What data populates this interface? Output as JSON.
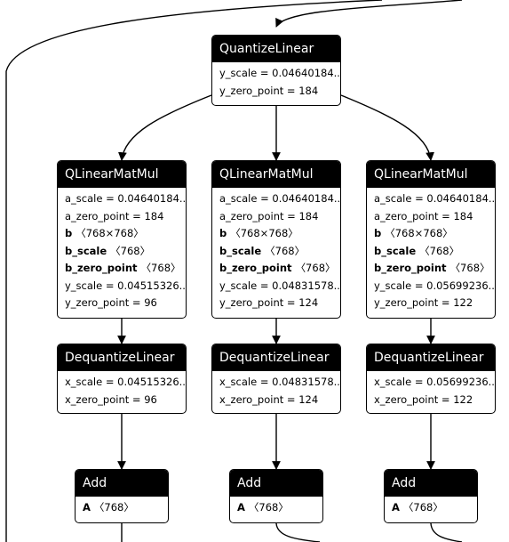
{
  "nodes": {
    "quantize": {
      "title": "QuantizeLinear",
      "attrs": [
        {
          "text": "y_scale = 0.04640184..."
        },
        {
          "text": "y_zero_point = 184"
        }
      ]
    },
    "matmul_1": {
      "title": "QLinearMatMul",
      "attrs": [
        {
          "text": "a_scale = 0.04640184..."
        },
        {
          "text": "a_zero_point = 184"
        },
        {
          "name": "b",
          "shape": "〈768×768〉"
        },
        {
          "name": "b_scale",
          "shape": "〈768〉"
        },
        {
          "name": "b_zero_point",
          "shape": "〈768〉"
        },
        {
          "text": "y_scale = 0.04515326..."
        },
        {
          "text": "y_zero_point = 96"
        }
      ]
    },
    "matmul_2": {
      "title": "QLinearMatMul",
      "attrs": [
        {
          "text": "a_scale = 0.04640184..."
        },
        {
          "text": "a_zero_point = 184"
        },
        {
          "name": "b",
          "shape": "〈768×768〉"
        },
        {
          "name": "b_scale",
          "shape": "〈768〉"
        },
        {
          "name": "b_zero_point",
          "shape": "〈768〉"
        },
        {
          "text": "y_scale = 0.04831578..."
        },
        {
          "text": "y_zero_point = 124"
        }
      ]
    },
    "matmul_3": {
      "title": "QLinearMatMul",
      "attrs": [
        {
          "text": "a_scale = 0.04640184..."
        },
        {
          "text": "a_zero_point = 184"
        },
        {
          "name": "b",
          "shape": "〈768×768〉"
        },
        {
          "name": "b_scale",
          "shape": "〈768〉"
        },
        {
          "name": "b_zero_point",
          "shape": "〈768〉"
        },
        {
          "text": "y_scale = 0.05699236..."
        },
        {
          "text": "y_zero_point = 122"
        }
      ]
    },
    "dequant_1": {
      "title": "DequantizeLinear",
      "attrs": [
        {
          "text": "x_scale = 0.04515326..."
        },
        {
          "text": "x_zero_point = 96"
        }
      ]
    },
    "dequant_2": {
      "title": "DequantizeLinear",
      "attrs": [
        {
          "text": "x_scale = 0.04831578..."
        },
        {
          "text": "x_zero_point = 124"
        }
      ]
    },
    "dequant_3": {
      "title": "DequantizeLinear",
      "attrs": [
        {
          "text": "x_scale = 0.05699236..."
        },
        {
          "text": "x_zero_point = 122"
        }
      ]
    },
    "add_1": {
      "title": "Add",
      "attrs": [
        {
          "name": "A",
          "shape": "〈768〉"
        }
      ]
    },
    "add_2": {
      "title": "Add",
      "attrs": [
        {
          "name": "A",
          "shape": "〈768〉"
        }
      ]
    },
    "add_3": {
      "title": "Add",
      "attrs": [
        {
          "name": "A",
          "shape": "〈768〉"
        }
      ]
    }
  }
}
